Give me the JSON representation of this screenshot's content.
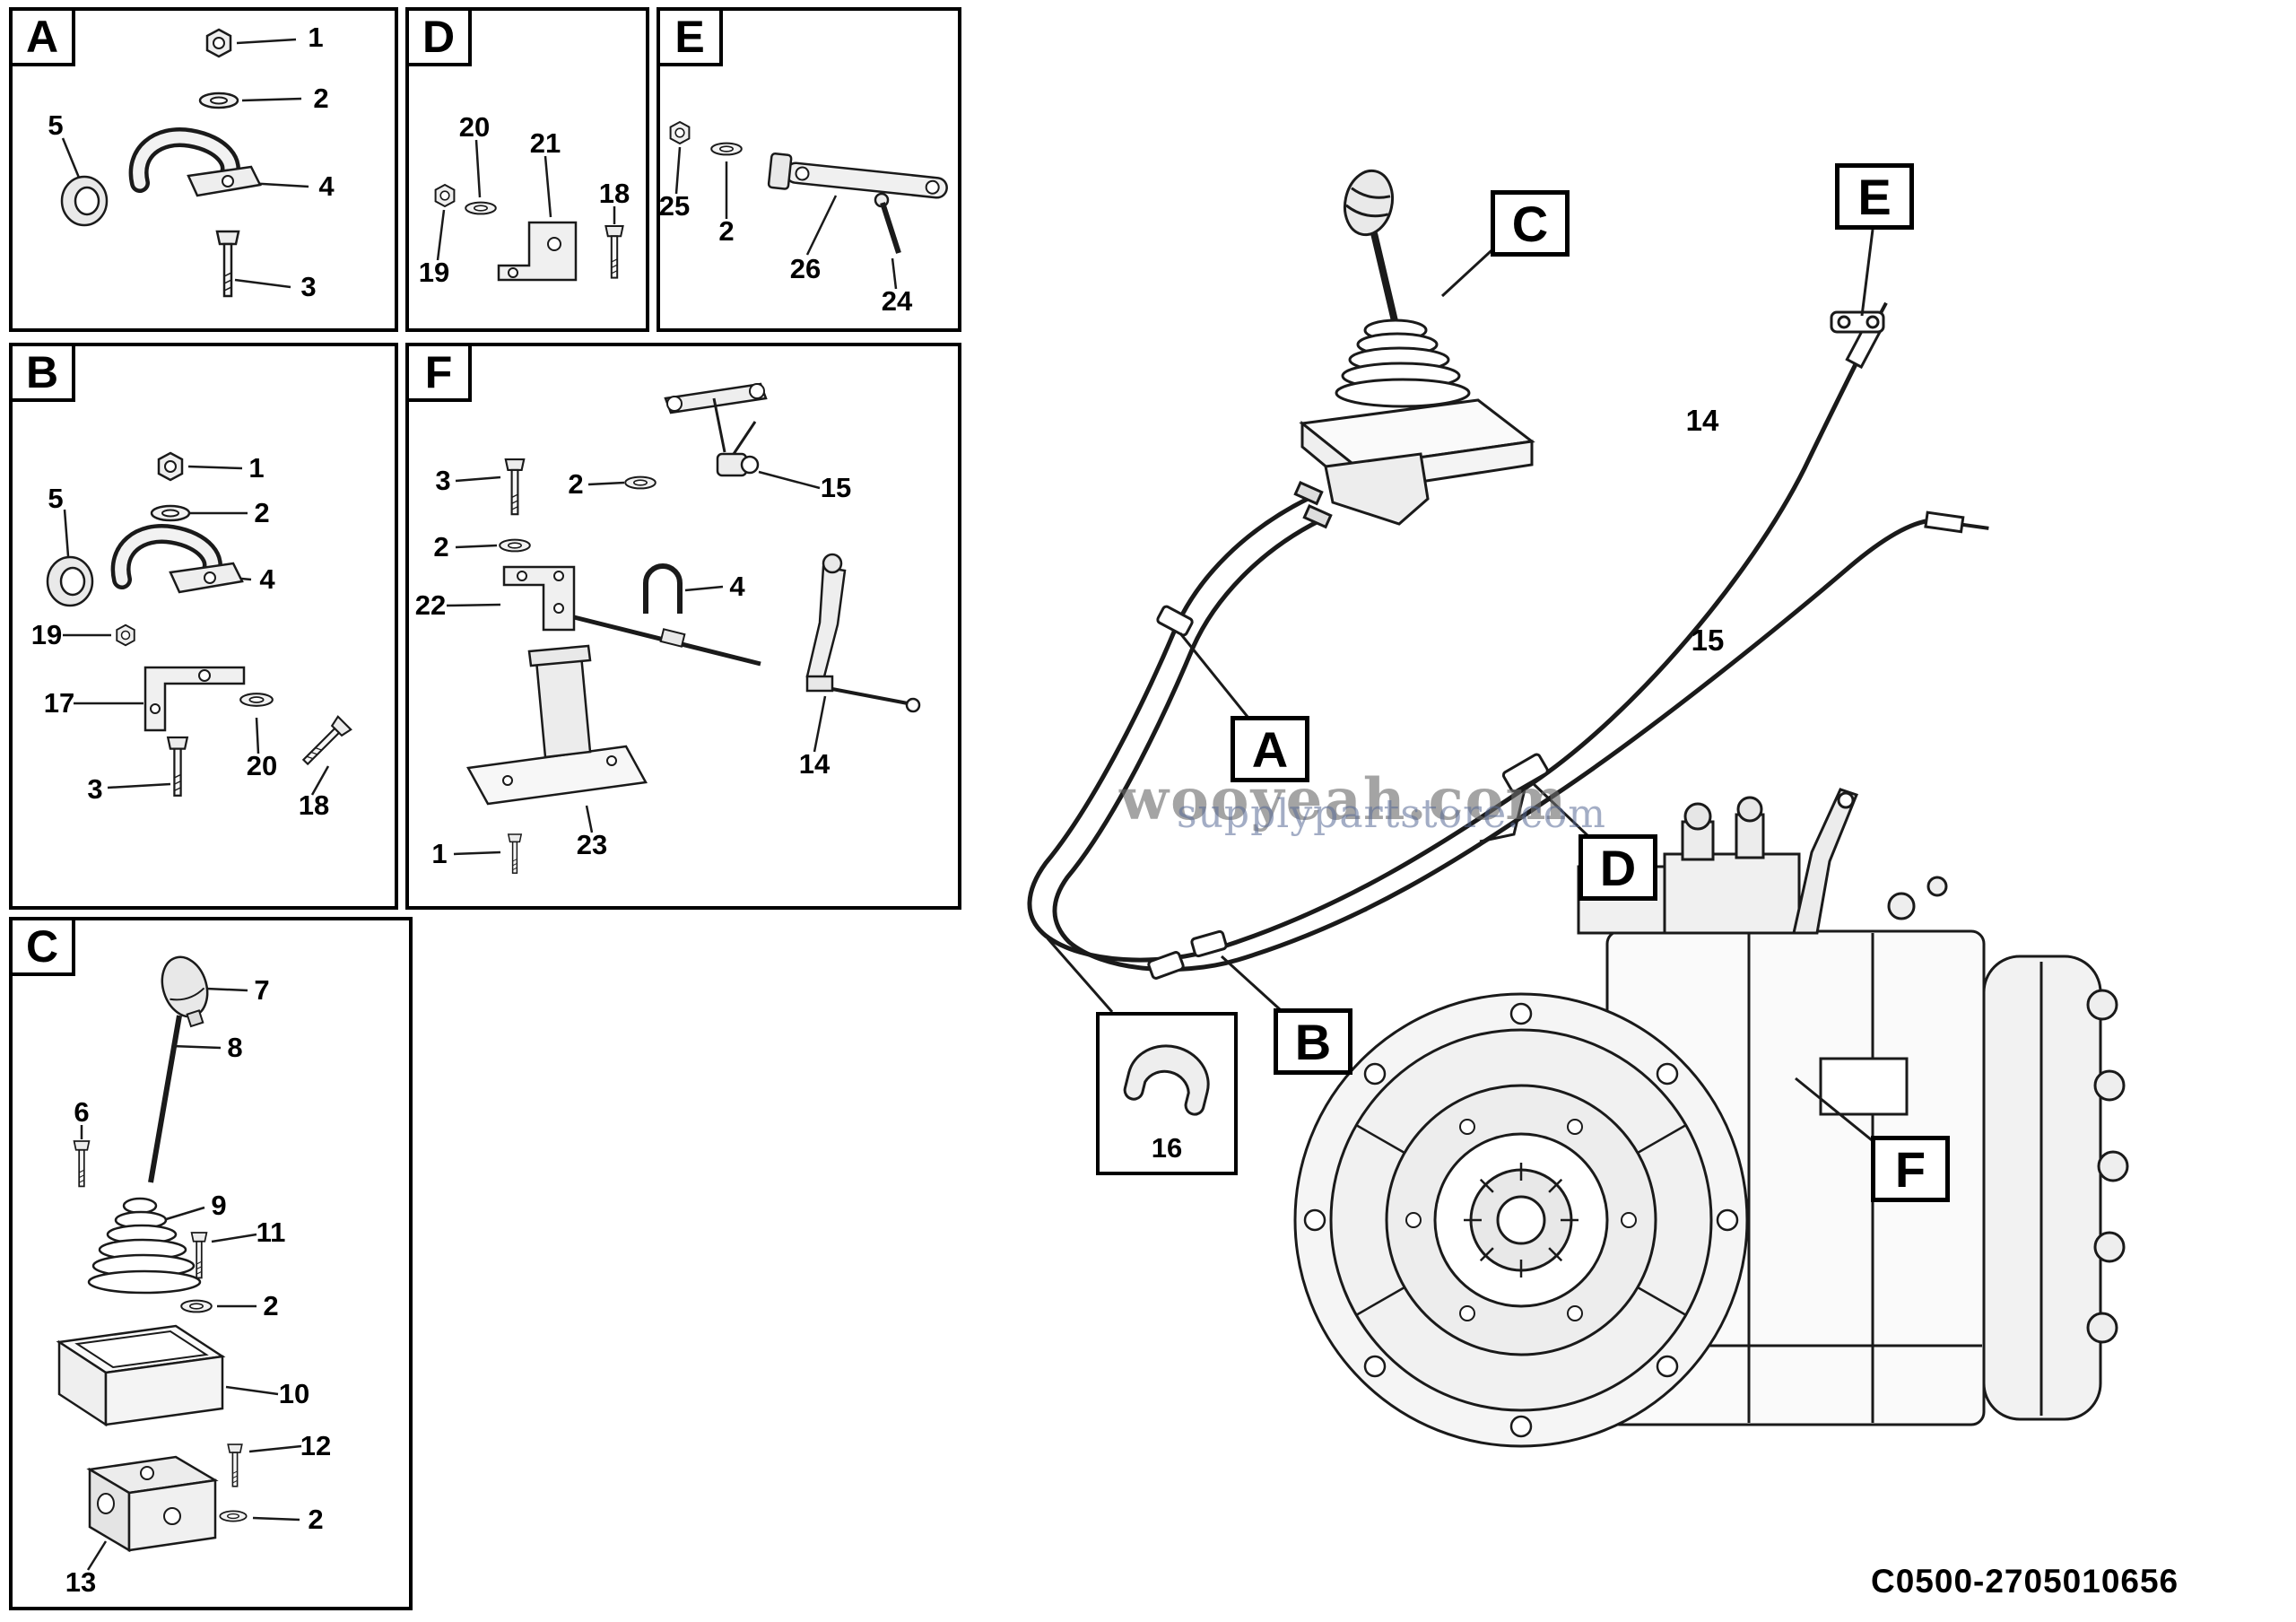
{
  "doc": {
    "part_code": "C0500-2705010656",
    "watermark_primary": "wooyeah.com",
    "watermark_secondary": "supplypartstore.com"
  },
  "panels": {
    "A": {
      "letter": "A",
      "callouts": [
        "1",
        "2",
        "4",
        "5",
        "3"
      ]
    },
    "D": {
      "letter": "D",
      "callouts": [
        "20",
        "21",
        "19",
        "18"
      ]
    },
    "E": {
      "letter": "E",
      "callouts": [
        "25",
        "2",
        "26",
        "24"
      ]
    },
    "B": {
      "letter": "B",
      "callouts": [
        "1",
        "2",
        "5",
        "4",
        "19",
        "17",
        "20",
        "3",
        "18"
      ]
    },
    "F": {
      "letter": "F",
      "callouts": [
        "3",
        "2",
        "15",
        "2",
        "22",
        "4",
        "14",
        "23",
        "1"
      ]
    },
    "C": {
      "letter": "C",
      "callouts": [
        "7",
        "8",
        "6",
        "9",
        "11",
        "2",
        "10",
        "12",
        "2",
        "13"
      ]
    }
  },
  "main": {
    "labels": {
      "C": "C",
      "E": "E",
      "A": "A",
      "D": "D",
      "B": "B",
      "F": "F"
    },
    "cable_numbers": {
      "n14": "14",
      "n15": "15"
    },
    "clamp_callout": "16"
  }
}
